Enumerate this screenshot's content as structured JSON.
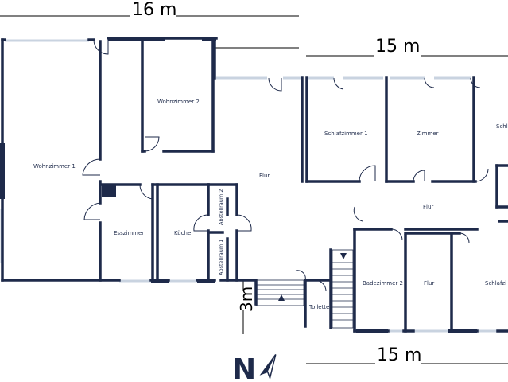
{
  "dimensions": {
    "top_width": "16 m",
    "right_width": "15 m",
    "bottom_width": "15 m",
    "stair_depth": "3m"
  },
  "compass": {
    "letter": "N",
    "icon": "north-arrow-icon"
  },
  "rooms": {
    "wohnzimmer1": "Wohnzimmer 1",
    "wohnzimmer2": "Wohnzimmer 2",
    "flur_main": "Flur",
    "schlafzimmer1": "Schlafzimmer 1",
    "zimmer": "Zimmer",
    "schlaf_partial": "Schl",
    "esszimmer": "Esszimmer",
    "kueche": "Küche",
    "abstellraum2": "Abstellraum 2",
    "abstellraum1": "Abstellraum 1",
    "flur_right": "Flur",
    "badezimmer2": "Badezimmer 2",
    "flur_small": "Flur",
    "schlafzi_partial": "Schlafzi",
    "toilette": "Toilette"
  },
  "colors": {
    "wall": "#1e2a4a",
    "window": "#c9d3e0",
    "text": "#000000"
  }
}
